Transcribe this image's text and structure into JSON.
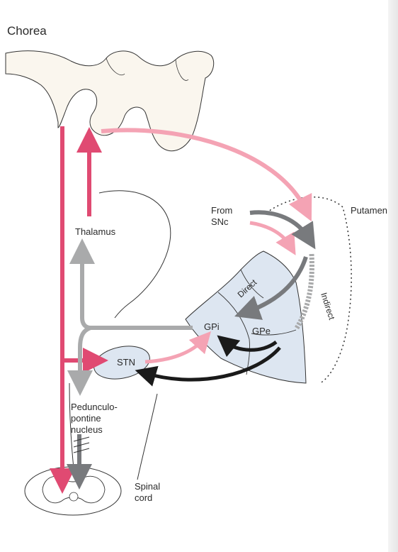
{
  "title": "Chorea",
  "labels": {
    "from_snc_line1": "From",
    "from_snc_line2": "SNc",
    "putamen": "Putamen",
    "thalamus": "Thalamus",
    "direct": "Direct",
    "indirect": "Indirect",
    "gpi": "GPi",
    "gpe": "GPe",
    "stn": "STN",
    "ppn_line1": "Pedunculo-",
    "ppn_line2": "pontine",
    "ppn_line3": "nucleus",
    "spinal_line1": "Spinal",
    "spinal_line2": "cord"
  },
  "colors": {
    "excitatory_strong": "#e04a72",
    "excitatory_weak": "#f4a3b4",
    "inhibitory_gray": "#a9aaab",
    "inhibitory_dark": "#787a7d",
    "inhibitory_black": "#1a1a1a",
    "nucleus_fill": "#dde6f1",
    "cortex_fill": "#faf6ee",
    "outline": "#333333"
  }
}
